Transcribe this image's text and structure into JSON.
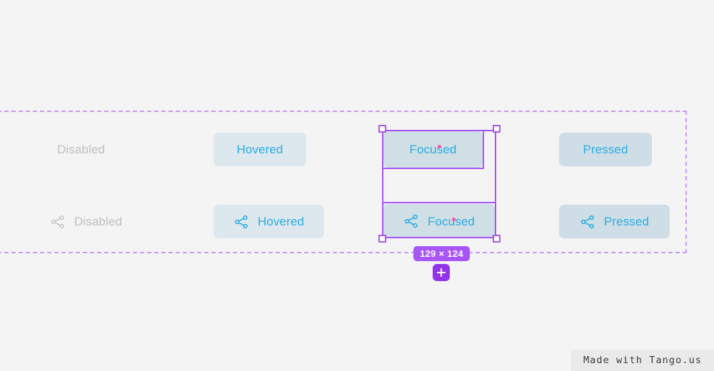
{
  "canvas": {
    "background_color": "#f4f4f4",
    "group_frame": {
      "name": "button-states-group",
      "border_color": "#c39bf5",
      "border_style": "dashed"
    }
  },
  "colors": {
    "accent_purple": "#a855f7",
    "plus_purple": "#9333ea",
    "label_blue": "#29abe2",
    "disabled_grey": "#bfbfbf",
    "hovered_bg": "#dde8ee",
    "pressed_bg": "#cfdee6",
    "focused_bg": "#cfdfe5",
    "anchor_pink": "#ff4fa3"
  },
  "buttons": {
    "row_text_only": [
      {
        "label": "Disabled",
        "state": "disabled",
        "has_icon": false
      },
      {
        "label": "Hovered",
        "state": "hovered",
        "has_icon": false
      },
      {
        "label": "Focused",
        "state": "focused",
        "has_icon": false
      },
      {
        "label": "Pressed",
        "state": "pressed",
        "has_icon": false
      }
    ],
    "row_with_icon": [
      {
        "label": "Disabled",
        "state": "disabled",
        "has_icon": true,
        "icon": "share-icon"
      },
      {
        "label": "Hovered",
        "state": "hovered",
        "has_icon": true,
        "icon": "share-icon"
      },
      {
        "label": "Focused",
        "state": "focused",
        "has_icon": true,
        "icon": "share-icon"
      },
      {
        "label": "Pressed",
        "state": "pressed",
        "has_icon": true,
        "icon": "share-icon"
      }
    ]
  },
  "selection": {
    "size_badge": "129 × 124",
    "width": 129,
    "height": 124,
    "handles": [
      "top-left",
      "top-right",
      "bottom-left",
      "bottom-right"
    ],
    "add_button_icon": "plus-icon"
  },
  "watermark": {
    "text": "Made with Tango.us"
  }
}
